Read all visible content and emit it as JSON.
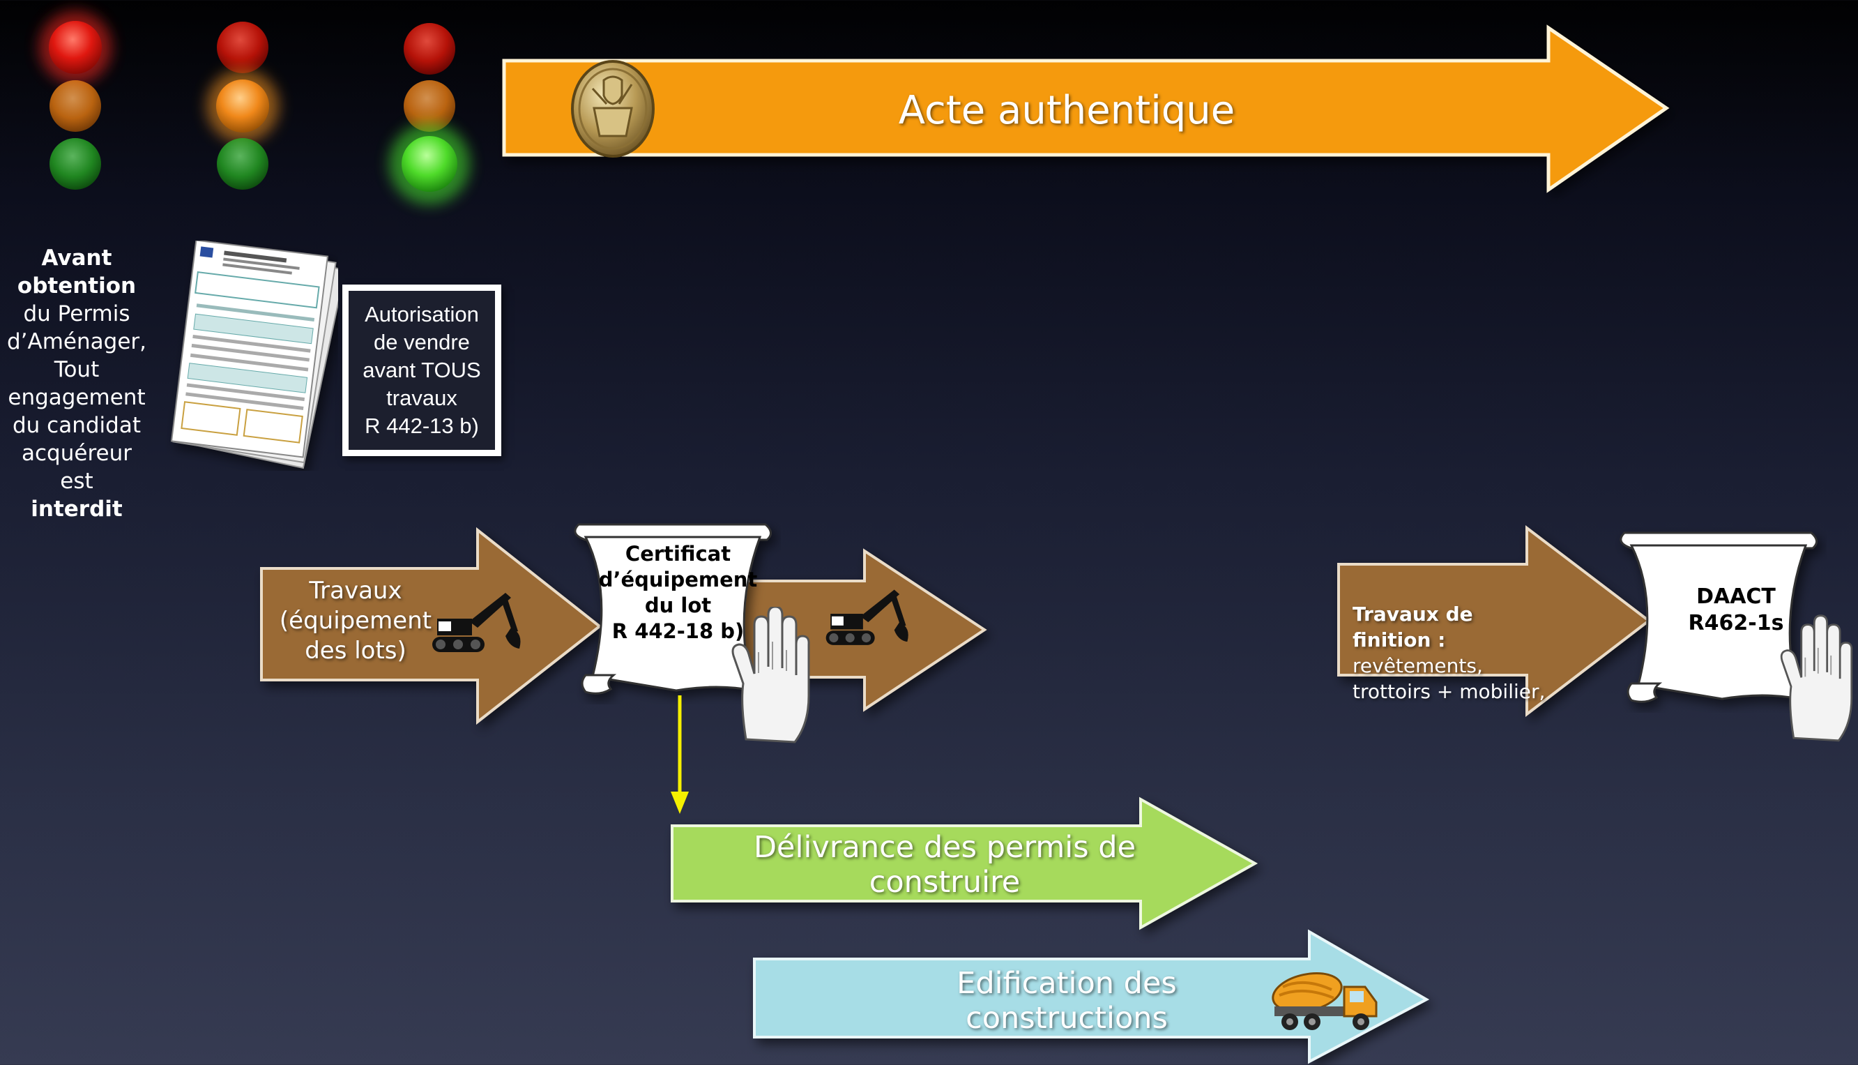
{
  "traffic_lights": [
    {
      "active": "red"
    },
    {
      "active": "orange"
    },
    {
      "active": "green"
    }
  ],
  "colors": {
    "orange_arrow": "#f59a10",
    "brown_arrow": "#9a6a36",
    "green_arrow": "#a6da5b",
    "cyan_arrow": "#a7dde6",
    "yellow_connector": "#f5f000",
    "red_light": "#e81810",
    "orange_light": "#e07b10",
    "green_light": "#2fb32a"
  },
  "acte": {
    "label": "Acte authentique"
  },
  "left_note": {
    "line1": "Avant",
    "line2": "obtention",
    "rest": "du Permis\nd’Aménager,\nTout\nengagement\ndu candidat\nacquéreur est",
    "last": "interdit"
  },
  "autorisation": {
    "text": "Autorisation\nde  vendre\navant TOUS\ntravaux\nR 442-13 b)"
  },
  "travaux": {
    "label": "Travaux\n(équipement\ndes lots)"
  },
  "certificat": {
    "label": "Certificat\nd’équipement\ndu lot\nR 442-18 b)"
  },
  "finition": {
    "bold": "Travaux de\nfinition :",
    "rest": " revêtements,\ntrottoirs + mobilier,"
  },
  "daact": {
    "label": "DAACT\nR462-1s"
  },
  "permis": {
    "label": "Délivrance des permis de construire"
  },
  "edification": {
    "label": "Edification des constructions"
  },
  "icons": [
    "medal-icon",
    "form-document-icon",
    "excavator-icon",
    "hand-icon",
    "cement-truck-icon"
  ]
}
